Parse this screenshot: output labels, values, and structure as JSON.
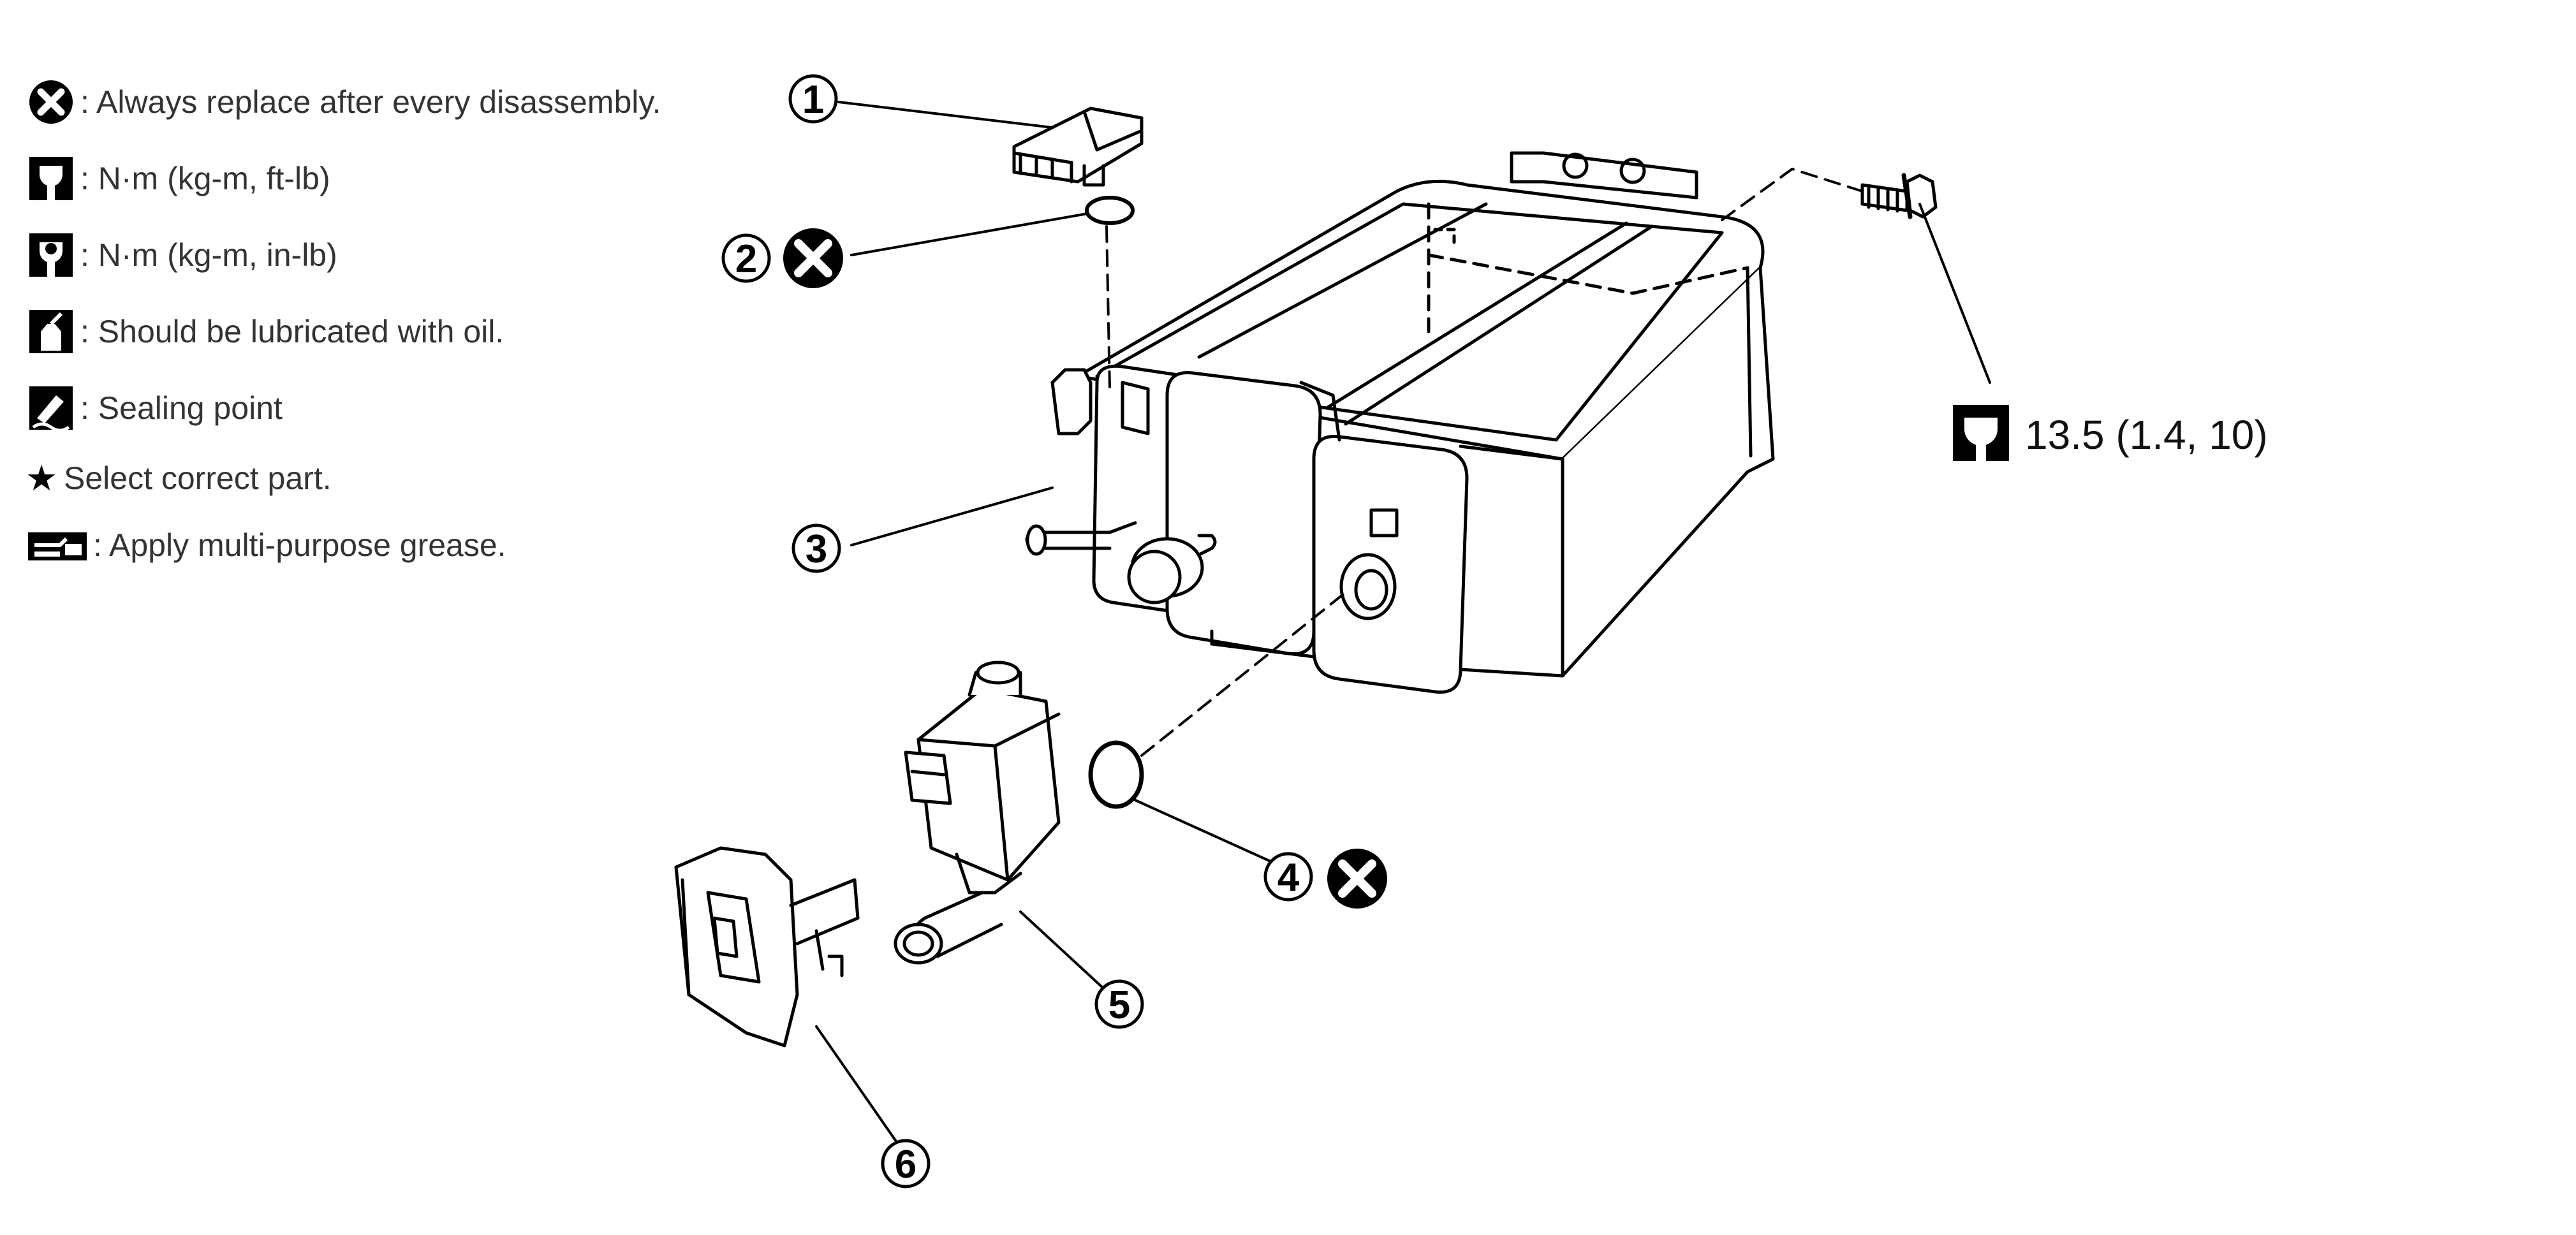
{
  "legend": {
    "items": [
      {
        "icon": "replace-x-icon",
        "text": ": Always replace after every disassembly."
      },
      {
        "icon": "torque-wrench-icon",
        "text": ": N·m (kg-m, ft-lb)"
      },
      {
        "icon": "torque-wrench-small-icon",
        "text": ": N·m (kg-m, in-lb)"
      },
      {
        "icon": "oil-can-icon",
        "text": ": Should be lubricated with oil."
      },
      {
        "icon": "sealing-point-icon",
        "text": ": Sealing point"
      },
      {
        "icon": "star-icon",
        "text": "Select correct part."
      },
      {
        "icon": "grease-icon",
        "text": " : Apply multi-purpose grease."
      }
    ],
    "star_symbol": "★"
  },
  "callouts": [
    {
      "number": "1"
    },
    {
      "number": "2"
    },
    {
      "number": "3"
    },
    {
      "number": "4"
    },
    {
      "number": "5"
    },
    {
      "number": "6"
    }
  ],
  "torque": {
    "value": "13.5 (1.4, 10)"
  }
}
